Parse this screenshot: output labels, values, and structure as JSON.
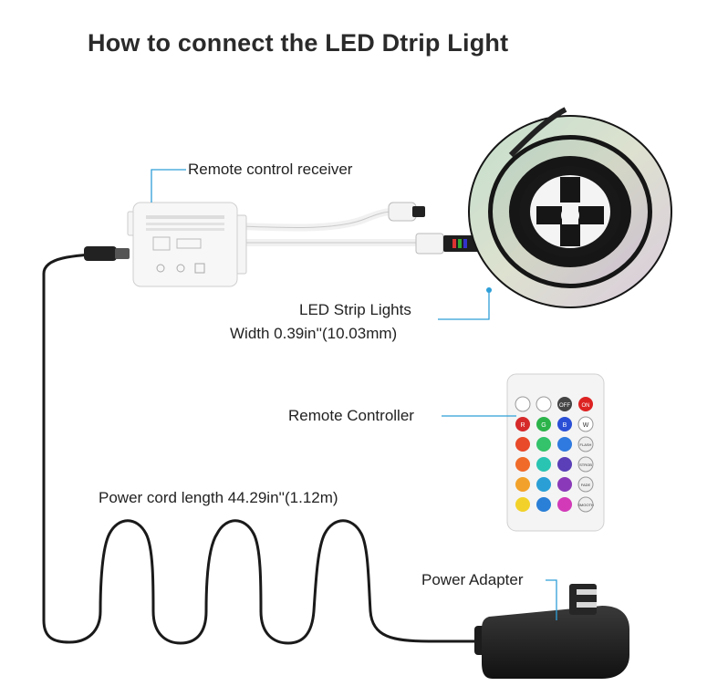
{
  "title": "How to connect the LED Dtrip Light",
  "labels": {
    "receiver": "Remote control receiver",
    "strip_name": "LED Strip Lights",
    "strip_width": "Width 0.39in''(10.03mm)",
    "remote": "Remote Controller",
    "cord": "Power cord length 44.29in''(1.12m)",
    "adapter": "Power Adapter"
  },
  "remote_buttons": {
    "off": "OFF",
    "on": "ON",
    "r": "R",
    "g": "G",
    "b": "B",
    "w": "W",
    "flash": "FLASH",
    "strobe": "STROB",
    "fade": "FADE",
    "smooth": "SMOOTH"
  },
  "colors": {
    "leader_line": "#2f9fd8",
    "cable": "#1a1a1a",
    "strip_reel": "#151515",
    "remote_body": "#f4f4f4"
  }
}
